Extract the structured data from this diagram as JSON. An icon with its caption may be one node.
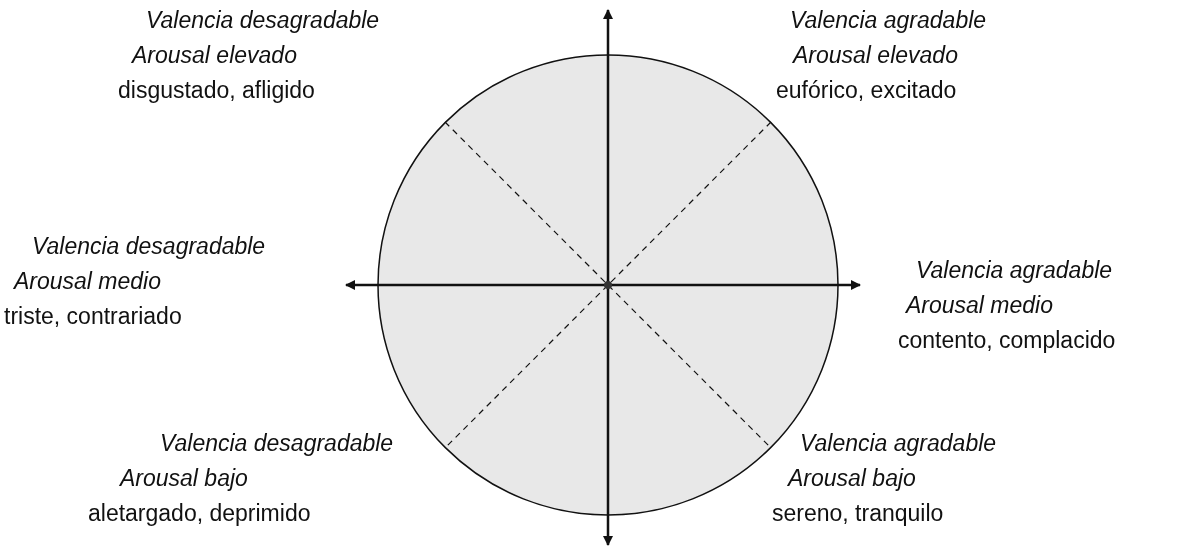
{
  "diagram": {
    "labels": [
      "Valencia desagradable",
      "Arousal elevado",
      "disgustado, afligido",
      "Valencia agradable",
      "Arousal elevado",
      "eufórico, excitado",
      "Valencia desagradable",
      "Arousal medio",
      "triste, contrariado",
      "Valencia agradable",
      "Arousal medio",
      "contento, complacido",
      "Valencia desagradable",
      "Arousal bajo",
      "aletargado, deprimido",
      "Valencia agradable",
      "Arousal bajo",
      "sereno, tranquilo"
    ]
  }
}
